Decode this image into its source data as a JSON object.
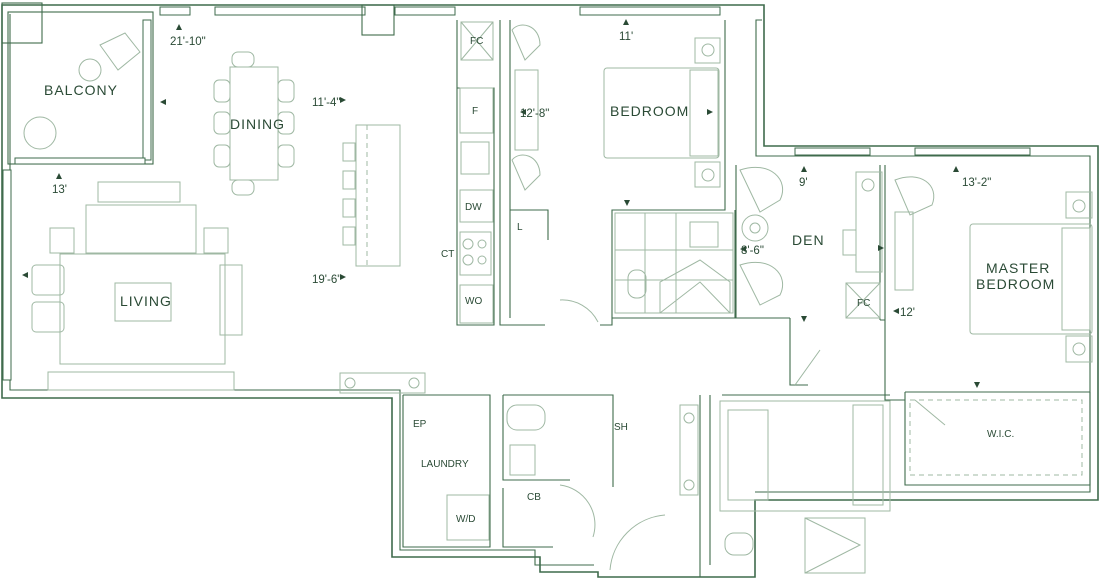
{
  "rooms": {
    "balcony": "BALCONY",
    "dining": "DINING",
    "living": "LIVING",
    "bedroom": "BEDROOM",
    "den": "DEN",
    "master_line1": "MASTER",
    "master_line2": "BEDROOM",
    "laundry": "LAUNDRY",
    "wic": "W.I.C."
  },
  "fixtures": {
    "fc_kitchen": "FC",
    "fridge": "F",
    "dishwasher": "DW",
    "cooktop": "CT",
    "wall_oven": "WO",
    "linen": "L",
    "electrical_panel": "EP",
    "shower": "SH",
    "closet": "CB",
    "washer_dryer": "W/D",
    "fc_den": "FC"
  },
  "dimensions": {
    "living_width": "21'-10\"",
    "dining_depth": "11'-4\"",
    "bedroom_depth": "12'-8\"",
    "balcony_width": "13'",
    "living_depth": "19'-6\"",
    "bedroom_width": "11'",
    "den_width": "9'",
    "master_width": "13'-2\"",
    "den_depth": "8'-6\"",
    "master_depth": "12'"
  },
  "colors": {
    "wall": "#3f6b4c",
    "fixture": "#9fb8a3",
    "text": "#2a4a35"
  }
}
